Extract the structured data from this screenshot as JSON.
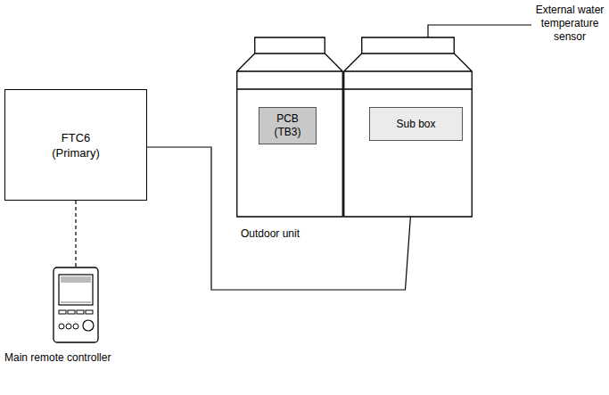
{
  "diagram": {
    "nodes": [
      {
        "text": [
          "FTC6 (Primary)"
        ]
      },
      {
        "text": [
          "Outdoor unit"
        ]
      },
      {
        "text": [
          "PCB (TB3)"
        ],
        "in": 1
      },
      {
        "text": [
          "Sub box"
        ],
        "in": 1
      },
      {
        "text": [
          "Main remote controller"
        ]
      }
    ],
    "edges": [
      {
        "from": 0,
        "to": 3,
        "arrow": "none"
      },
      {
        "from": 0,
        "to": 4,
        "arrow": "none"
      }
    ],
    "labels": [
      "External water temperature sensor"
    ]
  }
}
